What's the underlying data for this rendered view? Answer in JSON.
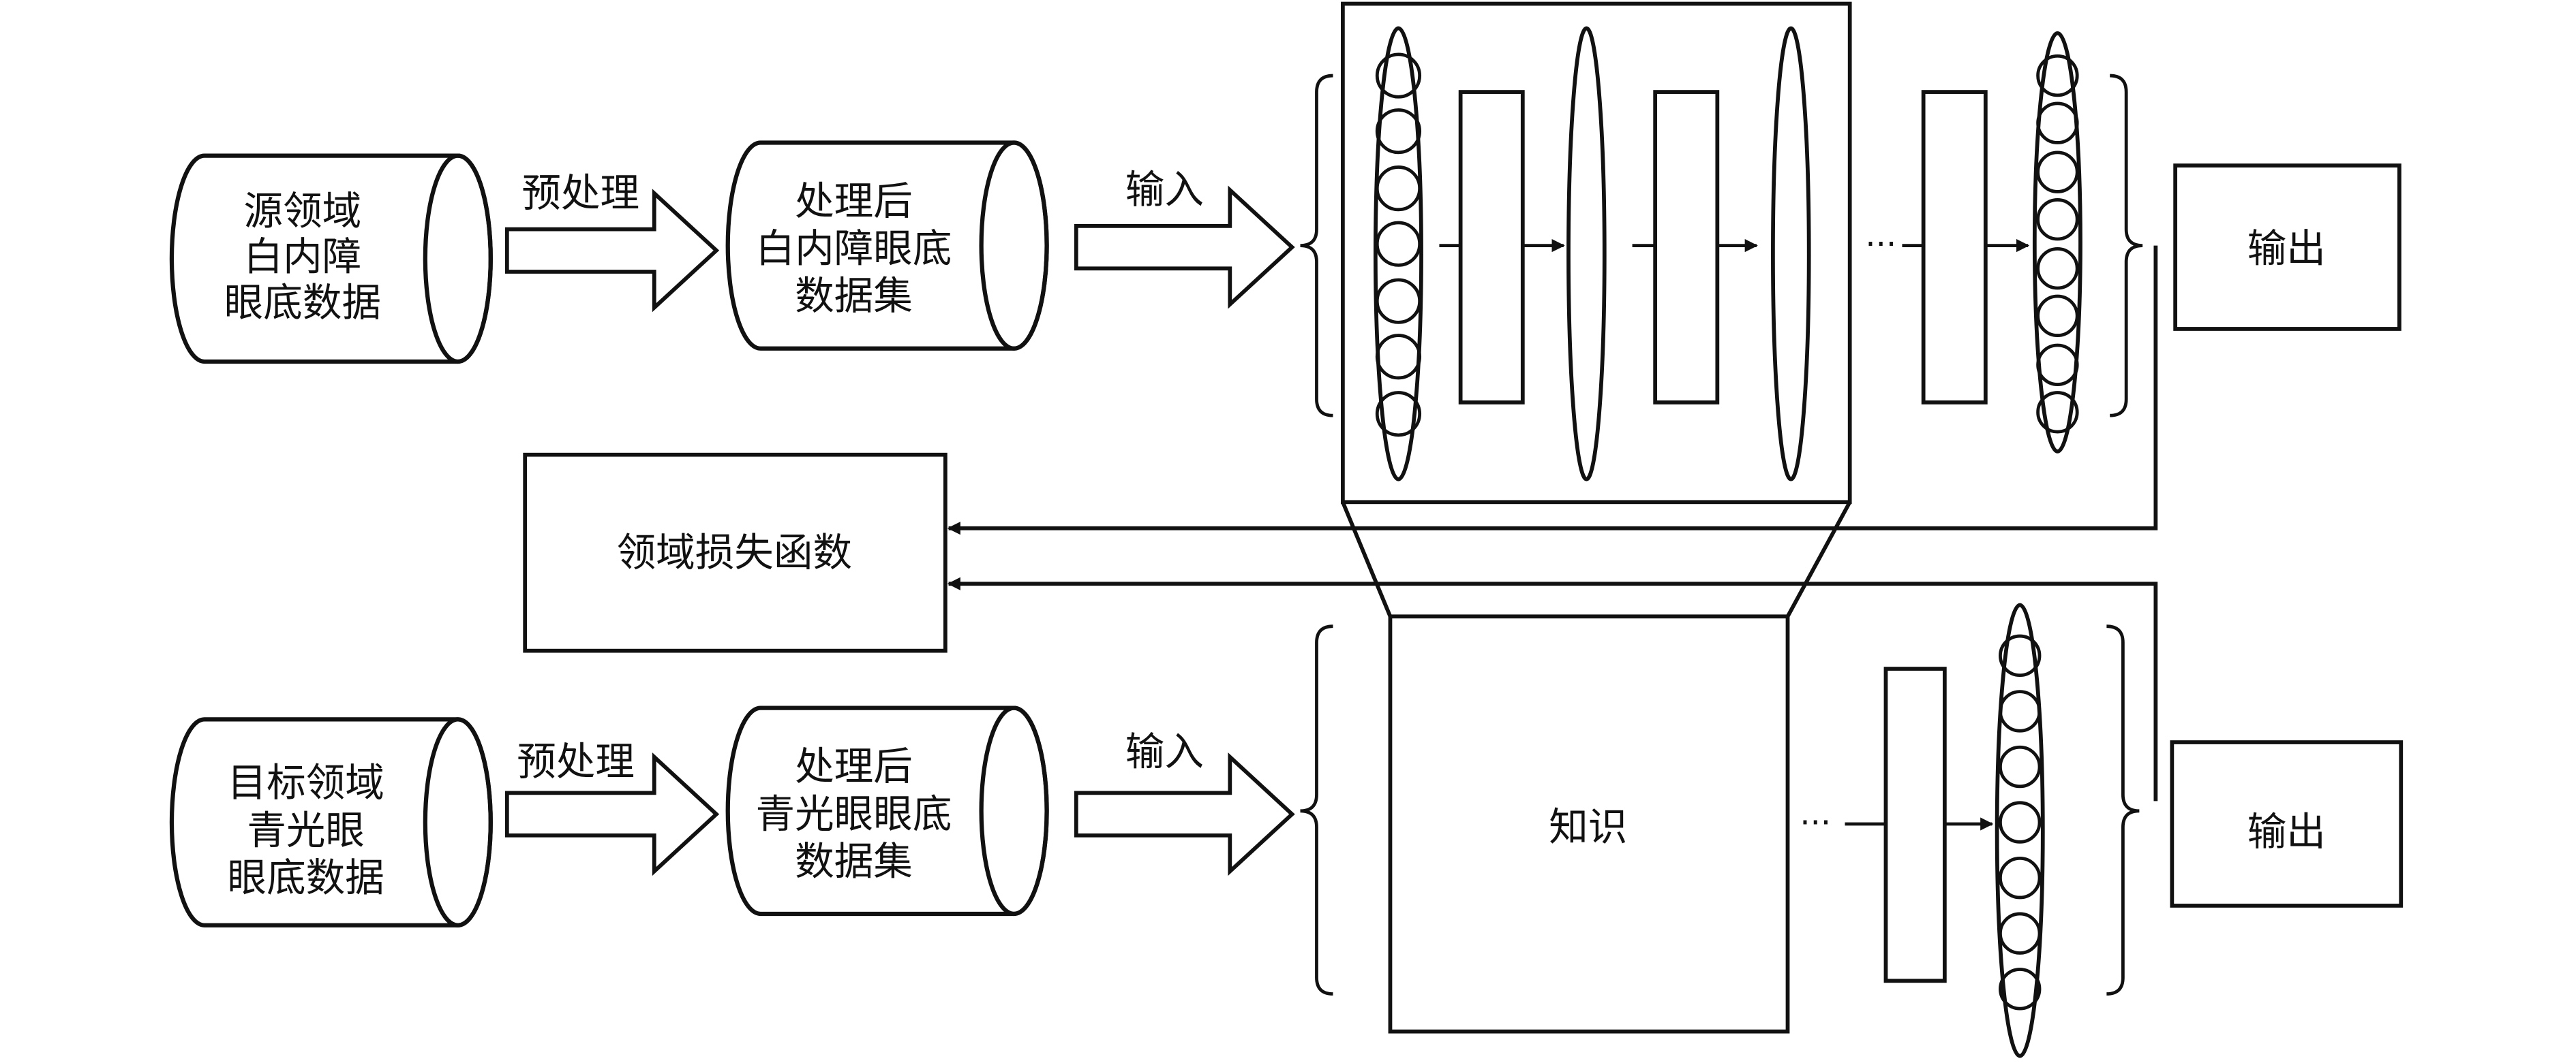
{
  "source": {
    "dataset_lines": [
      "源领域",
      "白内障",
      "眼底数据"
    ],
    "preprocess_label": "预处理",
    "processed_lines": [
      "处理后",
      "白内障眼底",
      "数据集"
    ],
    "input_label": "输入",
    "dots": "···",
    "output_label": "输出"
  },
  "loss": {
    "label": "领域损失函数"
  },
  "target": {
    "dataset_lines": [
      "目标领域",
      "青光眼",
      "眼底数据"
    ],
    "preprocess_label": "预处理",
    "processed_lines": [
      "处理后",
      "青光眼眼底",
      "数据集"
    ],
    "input_label": "输入",
    "knowledge_label": "知识",
    "dots": "···",
    "output_label": "输出"
  },
  "colors": {
    "stroke": "#111111",
    "background": "#ffffff"
  }
}
